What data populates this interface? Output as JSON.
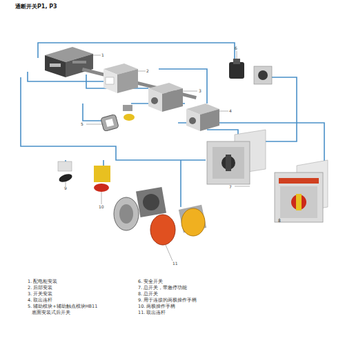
{
  "diagram": {
    "title": "通断开关P1, P3",
    "labels": [
      "1",
      "2",
      "3",
      "4",
      "5",
      "6",
      "7",
      "8",
      "9",
      "10",
      "11",
      "1. 配电柜安装",
      "2. 后部安装",
      "3. 开关安装",
      "4. 取出连杆",
      "5. 辅助模块+辅助触点模块HB11",
      "底面安装式后开关",
      "6. 安全开关",
      "7. 总开关，带急停功能",
      "8. 总开关",
      "9. 用于连接的两极操作手柄",
      "10. 两极操作手柄",
      "11. 取出连杆"
    ]
  }
}
